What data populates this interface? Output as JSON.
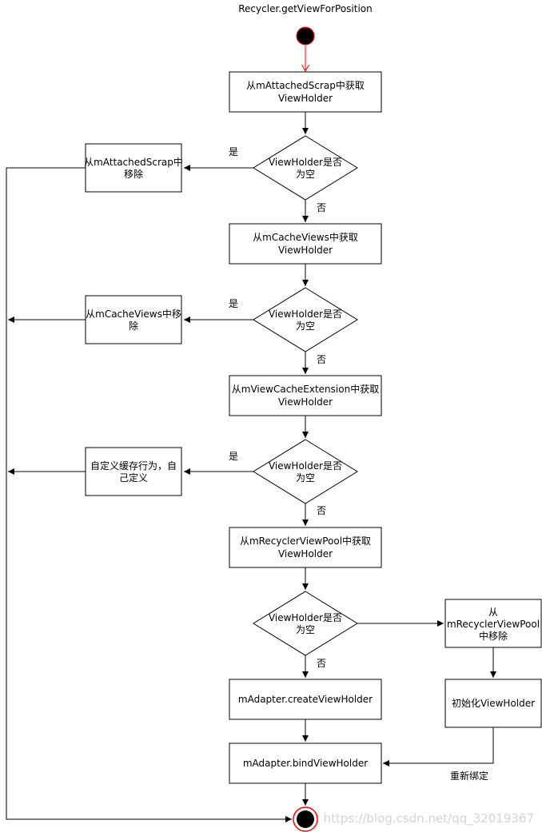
{
  "title": "Recycler.getViewForPosition",
  "steps": {
    "get_attached": [
      "从mAttachedScrap中获取",
      "ViewHolder"
    ],
    "check1": [
      "ViewHolder是否",
      "为空"
    ],
    "remove_attached": [
      "从mAttachedScrap中",
      "移除"
    ],
    "get_cache": [
      "从mCacheViews中获取",
      "ViewHolder"
    ],
    "check2": [
      "ViewHolder是否",
      "为空"
    ],
    "remove_cache": [
      "从mCacheViews中移",
      "除"
    ],
    "get_extension": [
      "从mViewCacheExtension中获取",
      "ViewHolder"
    ],
    "check3": [
      "ViewHolder是否",
      "为空"
    ],
    "custom": [
      "自定义缓存行为，自",
      "己定义"
    ],
    "get_pool": [
      "从mRecyclerViewPool中获取",
      "ViewHolder"
    ],
    "check4": [
      "ViewHolder是否",
      "为空"
    ],
    "remove_pool": [
      "从",
      "mRecyclerViewPool",
      "中移除"
    ],
    "create": [
      "mAdapter.createViewHolder"
    ],
    "init": [
      "初始化ViewHolder"
    ],
    "bind": [
      "mAdapter.bindViewHolder"
    ]
  },
  "edge_labels": {
    "yes1": "是",
    "no1": "否",
    "yes2": "是",
    "no2": "否",
    "yes3": "是",
    "no3": "否",
    "no4": "否",
    "rebind": "重新绑定"
  },
  "watermark": "https://blog.csdn.net/qq_32019367",
  "colors": {
    "start_stroke": "#ff0000",
    "node_fill": "#000000",
    "line": "#000000",
    "watermark": "#d4d4d4"
  }
}
